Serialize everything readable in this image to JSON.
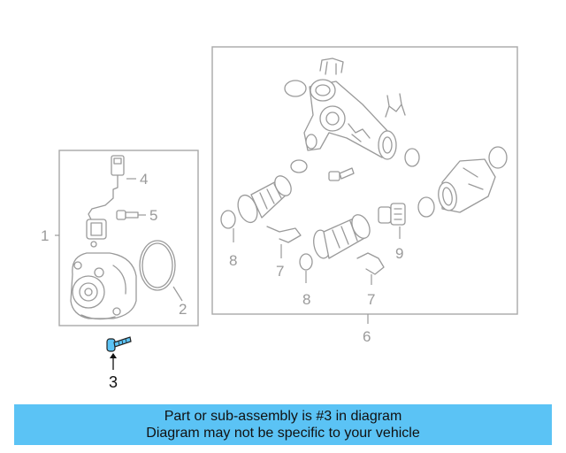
{
  "diagram": {
    "callouts": {
      "c1": "1",
      "c2": "2",
      "c3": "3",
      "c4": "4",
      "c5": "5",
      "c6": "6",
      "c7a": "7",
      "c7b": "7",
      "c8a": "8",
      "c8b": "8",
      "c9": "9"
    },
    "highlight_color": "#5bc3f5"
  },
  "banner": {
    "line1": "Part or sub-assembly is #3 in diagram",
    "line2": "Diagram may not be specific to your vehicle",
    "background": "#5bc3f5"
  }
}
